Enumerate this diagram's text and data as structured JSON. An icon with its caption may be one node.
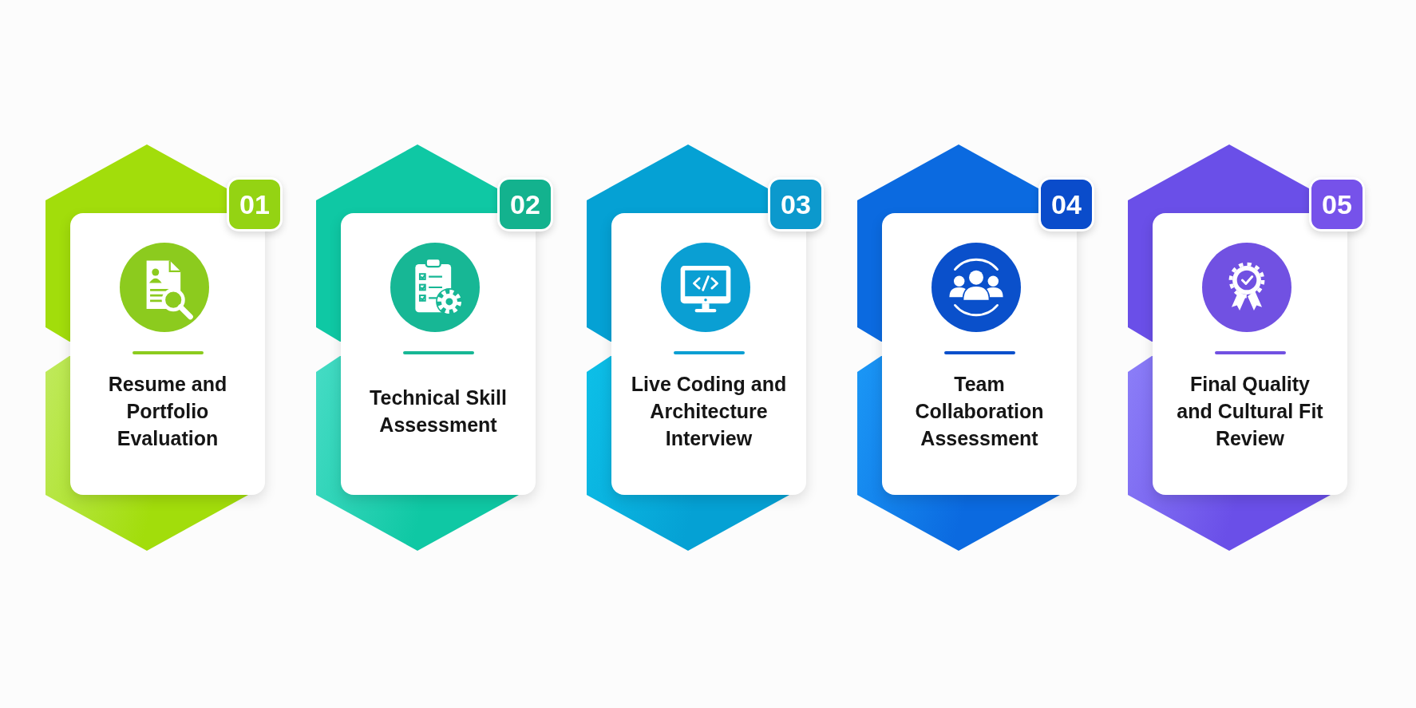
{
  "diagram": {
    "nodes": [
      {
        "text": [
          "01"
        ]
      },
      {
        "text": [
          "Resume and Portfolio Evaluation"
        ]
      },
      {
        "text": [
          "02"
        ]
      },
      {
        "text": [
          "Technical Skill Assessment"
        ]
      },
      {
        "text": [
          "03"
        ]
      },
      {
        "text": [
          "Live Coding and Architecture Interview"
        ]
      },
      {
        "text": [
          "04"
        ]
      },
      {
        "text": [
          "Team Collaboration Assessment"
        ]
      },
      {
        "text": [
          "05"
        ]
      },
      {
        "text": [
          "Final Quality and Cultural Fit Review"
        ]
      }
    ]
  }
}
